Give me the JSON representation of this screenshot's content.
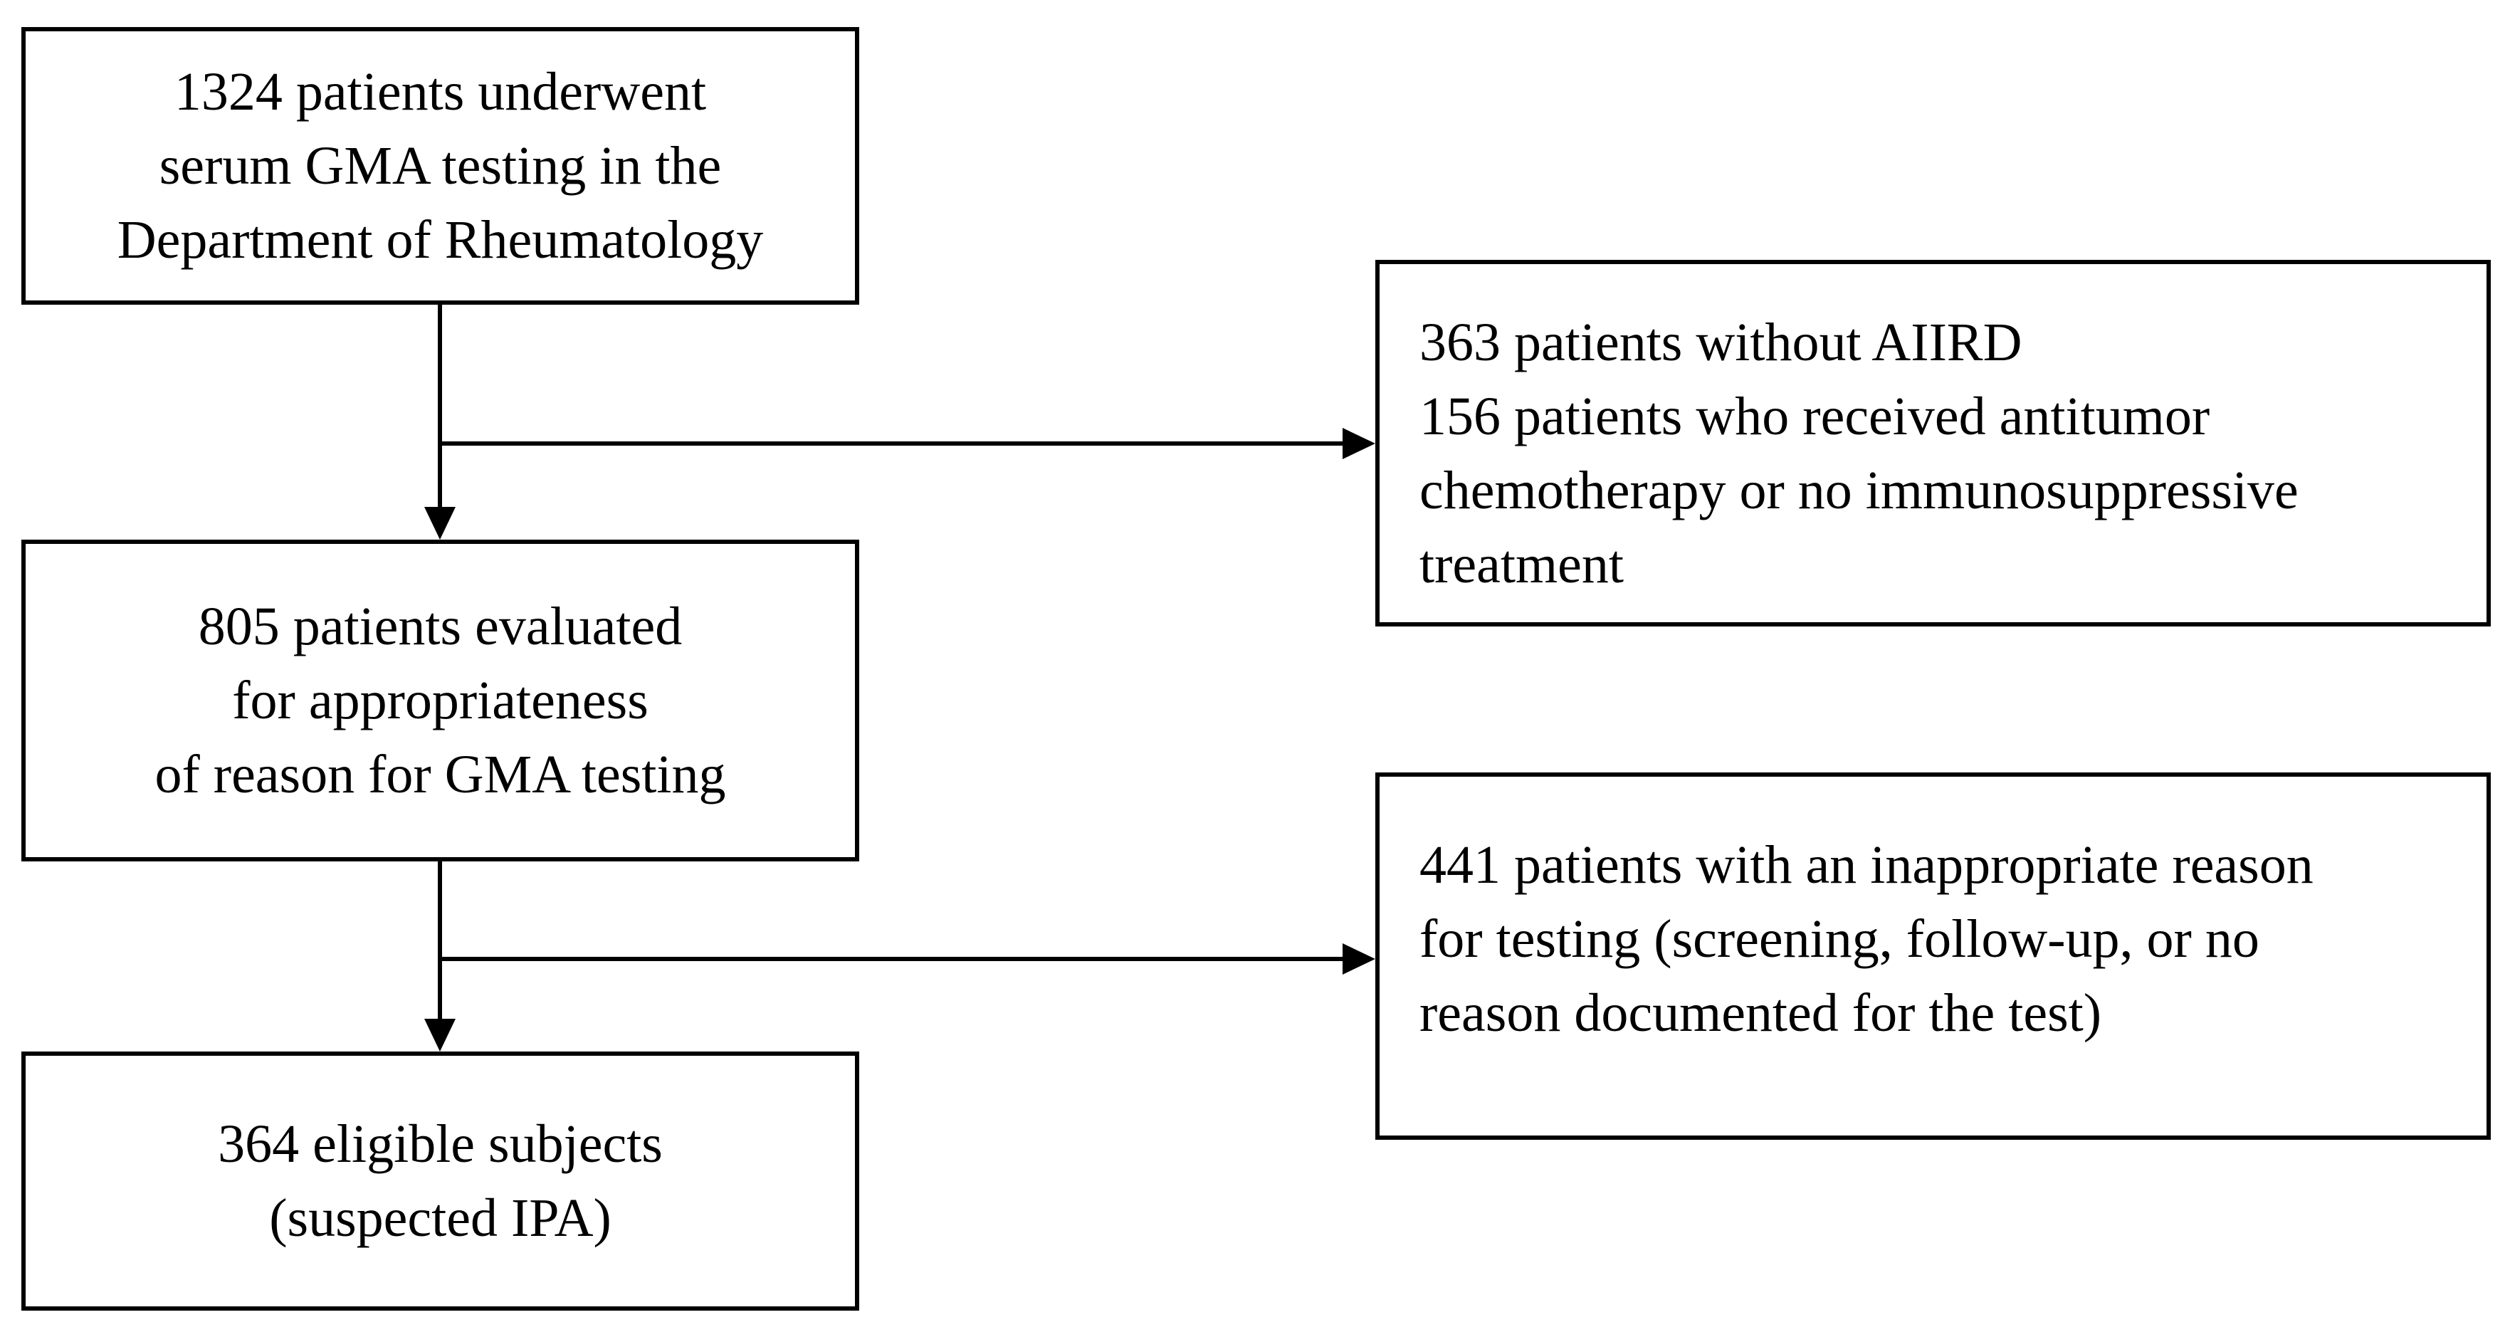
{
  "boxes": {
    "total": {
      "lines": [
        "1324 patients underwent",
        "serum GMA testing in the",
        "Department of Rheumatology"
      ]
    },
    "evaluated": {
      "lines": [
        "805 patients evaluated",
        "for appropriateness",
        "of reason for GMA testing"
      ]
    },
    "eligible": {
      "lines": [
        "364 eligible subjects",
        "(suspected IPA)"
      ]
    },
    "excluded_first": {
      "lines": [
        "363 patients without AIIRD",
        "156 patients who received antitumor",
        "chemotherapy or no immunosuppressive",
        "treatment"
      ]
    },
    "excluded_second": {
      "lines": [
        "441 patients with an inappropriate reason",
        "for testing (screening, follow-up, or no",
        "reason documented for the test)"
      ]
    }
  },
  "colors": {
    "stroke": "#000000",
    "background": "#ffffff"
  }
}
